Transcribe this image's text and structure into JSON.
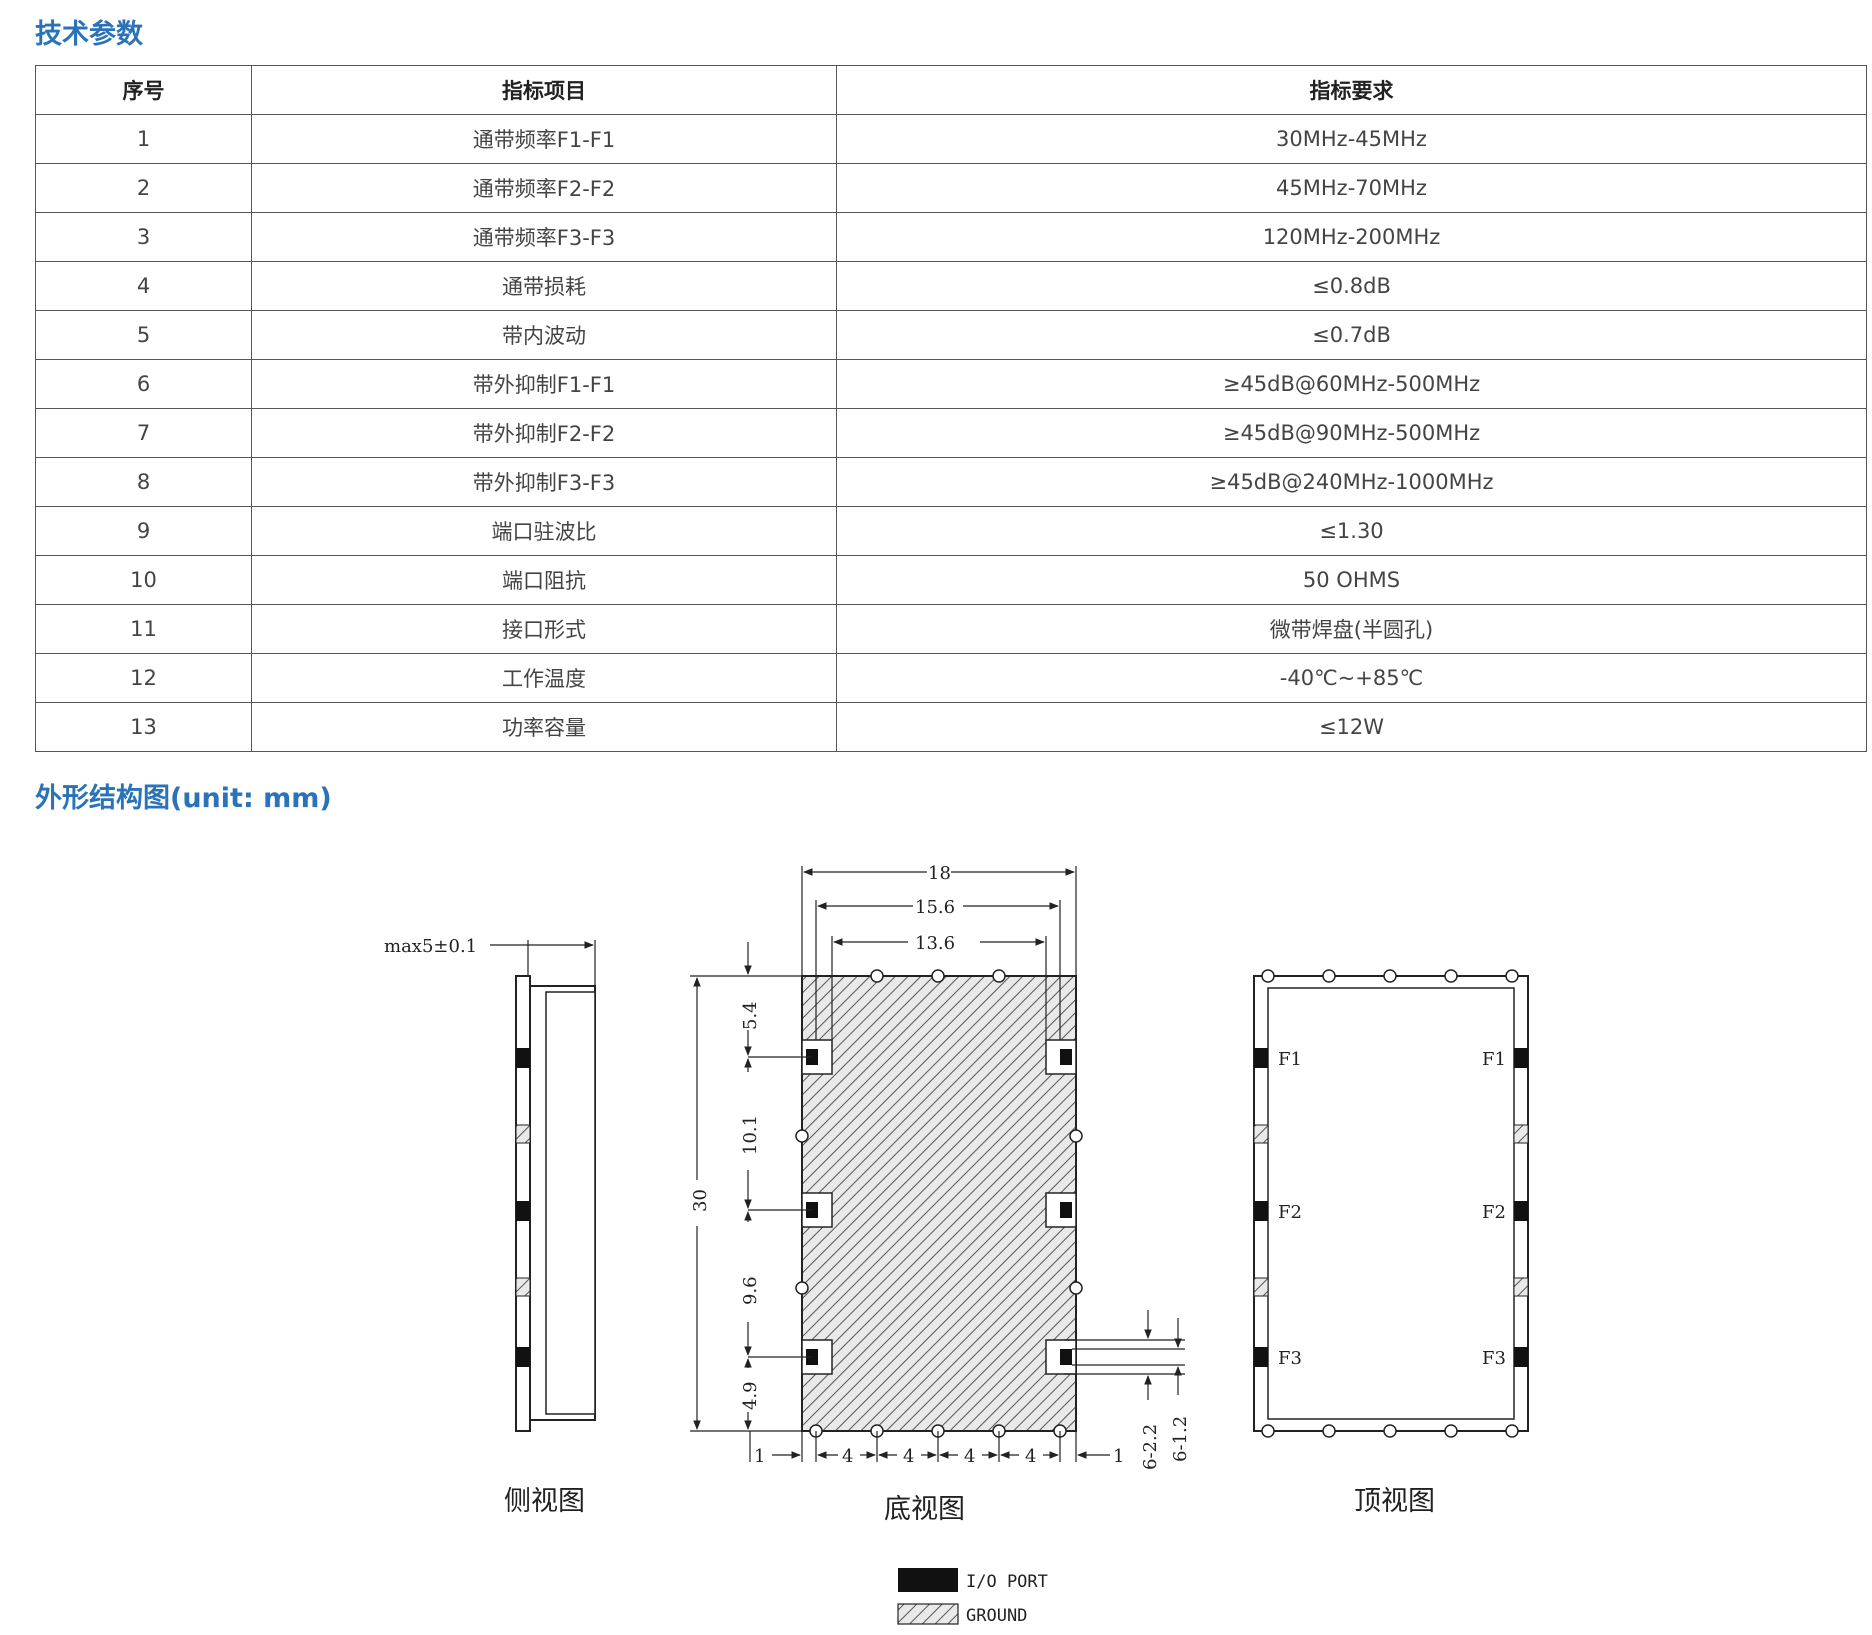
{
  "sections": {
    "spec_title": "技术参数",
    "drawing_title": "外形结构图(unit: mm)"
  },
  "table": {
    "headers": [
      "序号",
      "指标项目",
      "指标要求"
    ],
    "rows": [
      [
        "1",
        "通带频率F1-F1",
        "30MHz-45MHz"
      ],
      [
        "2",
        "通带频率F2-F2",
        "45MHz-70MHz"
      ],
      [
        "3",
        "通带频率F3-F3",
        "120MHz-200MHz"
      ],
      [
        "4",
        "通带损耗",
        "≤0.8dB"
      ],
      [
        "5",
        "带内波动",
        "≤0.7dB"
      ],
      [
        "6",
        "带外抑制F1-F1",
        "≥45dB@60MHz-500MHz"
      ],
      [
        "7",
        "带外抑制F2-F2",
        "≥45dB@90MHz-500MHz"
      ],
      [
        "8",
        "带外抑制F3-F3",
        "≥45dB@240MHz-1000MHz"
      ],
      [
        "9",
        "端口驻波比",
        "≤1.30"
      ],
      [
        "10",
        "端口阻抗",
        "50 OHMS"
      ],
      [
        "11",
        "接口形式",
        "微带焊盘(半圆孔)"
      ],
      [
        "12",
        "工作温度",
        "-40℃~+85℃"
      ],
      [
        "13",
        "功率容量",
        "≤12W"
      ]
    ]
  },
  "drawing": {
    "side_view": {
      "caption": "侧视图",
      "height_dim": "max5±0.1"
    },
    "bottom_view": {
      "caption": "底视图",
      "width_dims": [
        "18",
        "15.6",
        "13.6"
      ],
      "height_dim": "30",
      "vertical_dims": [
        "5.4",
        "10.1",
        "9.6",
        "4.9"
      ],
      "bottom_dims": [
        "1",
        "4",
        "4",
        "4",
        "4",
        "1"
      ],
      "pad_dims": [
        "6-2.2",
        "6-1.2"
      ]
    },
    "top_view": {
      "caption": "顶视图",
      "ports_left": [
        "F1",
        "F2",
        "F3"
      ],
      "ports_right": [
        "F1",
        "F2",
        "F3"
      ]
    },
    "legend": {
      "io_port": "I/O PORT",
      "ground": "GROUND"
    }
  }
}
